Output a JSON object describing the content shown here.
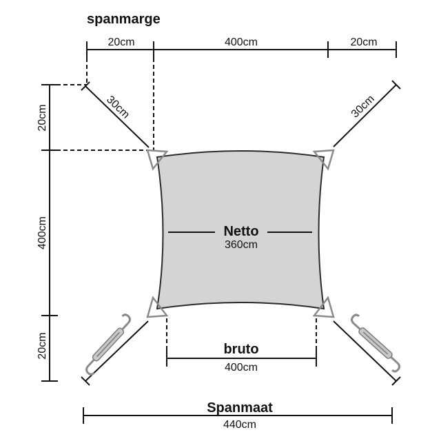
{
  "labels": {
    "spanmarge": "spanmarge",
    "top_left_margin": "20cm",
    "top_width": "400cm",
    "top_right_margin": "20cm",
    "diag_left": "30cm",
    "diag_right": "30cm",
    "left_top_margin": "20cm",
    "left_height": "400cm",
    "left_bottom_margin": "20cm",
    "netto_title": "Netto",
    "netto_value": "360cm",
    "bruto_title": "bruto",
    "bruto_value": "400cm",
    "spanmaat_title": "Spanmaat",
    "spanmaat_value": "440cm"
  },
  "colors": {
    "sail_fill": "#d4d4d4",
    "sail_stroke": "#2a2a2a",
    "line": "#111111",
    "hardware": "#9a9a9a"
  }
}
